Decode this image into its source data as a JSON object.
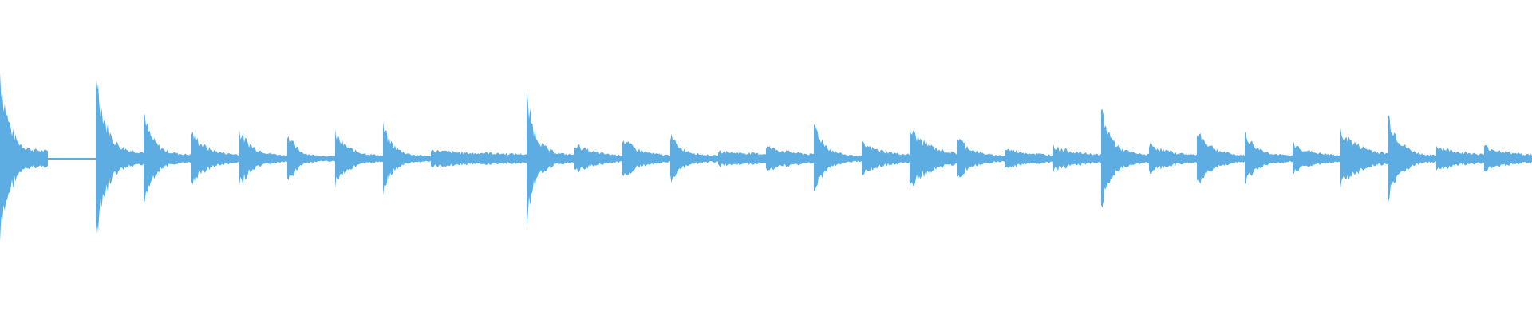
{
  "waveform": {
    "color": "#5DADE2",
    "background": "#FFFFFF",
    "duration_beats": 32,
    "hits": [
      {
        "beat": 0,
        "peak": 0.72,
        "tail": 0.06,
        "decay": 0.18
      },
      {
        "beat": 2,
        "peak": 0.72,
        "tail": 0.05,
        "decay": 0.2
      },
      {
        "beat": 3,
        "peak": 0.34,
        "tail": 0.03,
        "decay": 0.22
      },
      {
        "beat": 4,
        "peak": 0.22,
        "tail": 0.03,
        "decay": 0.28
      },
      {
        "beat": 5,
        "peak": 0.22,
        "tail": 0.02,
        "decay": 0.3
      },
      {
        "beat": 6,
        "peak": 0.22,
        "tail": 0.02,
        "decay": 0.18
      },
      {
        "beat": 7,
        "peak": 0.2,
        "tail": 0.02,
        "decay": 0.3
      },
      {
        "beat": 8,
        "peak": 0.26,
        "tail": 0.02,
        "decay": 0.22
      },
      {
        "beat": 9,
        "peak": 0.07,
        "tail": 0.03,
        "decay": 0.9
      },
      {
        "beat": 10,
        "peak": 0.05,
        "tail": 0.03,
        "decay": 0.9
      },
      {
        "beat": 11,
        "peak": 0.48,
        "tail": 0.03,
        "decay": 0.2
      },
      {
        "beat": 12,
        "peak": 0.12,
        "tail": 0.02,
        "decay": 0.4
      },
      {
        "beat": 13,
        "peak": 0.16,
        "tail": 0.02,
        "decay": 0.35
      },
      {
        "beat": 14,
        "peak": 0.18,
        "tail": 0.02,
        "decay": 0.28
      },
      {
        "beat": 15,
        "peak": 0.06,
        "tail": 0.03,
        "decay": 0.9
      },
      {
        "beat": 16,
        "peak": 0.1,
        "tail": 0.02,
        "decay": 0.6
      },
      {
        "beat": 17,
        "peak": 0.3,
        "tail": 0.02,
        "decay": 0.22
      },
      {
        "beat": 18,
        "peak": 0.12,
        "tail": 0.02,
        "decay": 0.5
      },
      {
        "beat": 19,
        "peak": 0.24,
        "tail": 0.02,
        "decay": 0.45
      },
      {
        "beat": 20,
        "peak": 0.18,
        "tail": 0.02,
        "decay": 0.28
      },
      {
        "beat": 21,
        "peak": 0.08,
        "tail": 0.02,
        "decay": 0.6
      },
      {
        "beat": 22,
        "peak": 0.1,
        "tail": 0.02,
        "decay": 0.55
      },
      {
        "beat": 23,
        "peak": 0.4,
        "tail": 0.03,
        "decay": 0.22
      },
      {
        "beat": 24,
        "peak": 0.12,
        "tail": 0.02,
        "decay": 0.45
      },
      {
        "beat": 25,
        "peak": 0.24,
        "tail": 0.02,
        "decay": 0.3
      },
      {
        "beat": 26,
        "peak": 0.2,
        "tail": 0.02,
        "decay": 0.28
      },
      {
        "beat": 27,
        "peak": 0.12,
        "tail": 0.02,
        "decay": 0.4
      },
      {
        "beat": 28,
        "peak": 0.22,
        "tail": 0.02,
        "decay": 0.45
      },
      {
        "beat": 29,
        "peak": 0.34,
        "tail": 0.02,
        "decay": 0.25
      },
      {
        "beat": 30,
        "peak": 0.1,
        "tail": 0.02,
        "decay": 0.6
      },
      {
        "beat": 31,
        "peak": 0.1,
        "tail": 0.02,
        "decay": 0.55
      }
    ]
  }
}
